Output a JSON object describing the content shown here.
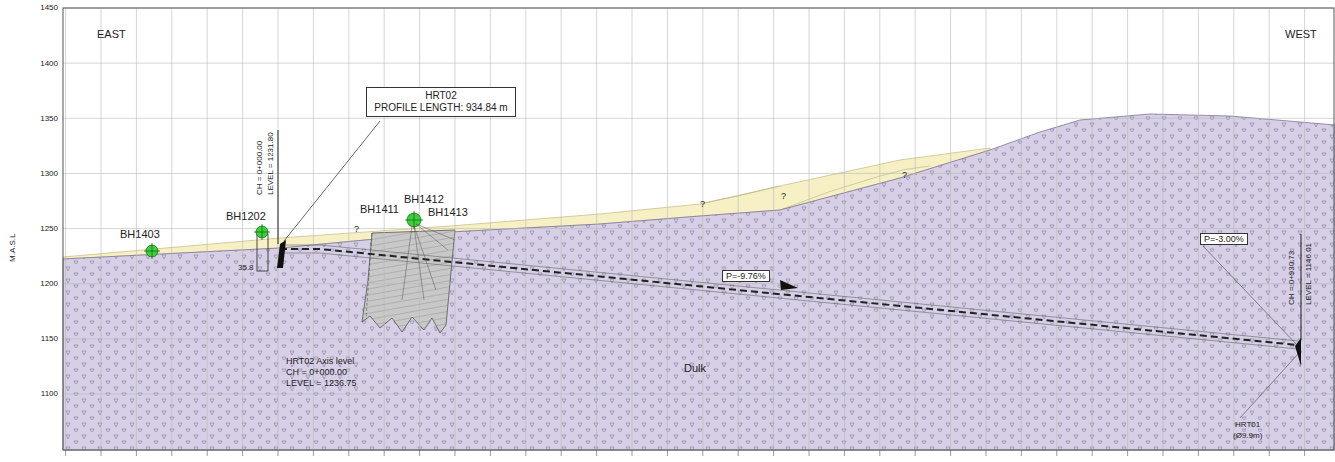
{
  "diagram": {
    "nodes": [
      {
        "text": [
          "HRT02",
          "PROFILE LENGTH: 934.84 m"
        ]
      }
    ],
    "labels": [
      "EAST",
      "WEST",
      "1450",
      "1400",
      "1350",
      "1300",
      "1250",
      "1200",
      "1150",
      "1100",
      "M.A.S.L",
      "CH = 0+000.00",
      "LEVEL = 1231.80",
      "BH1403",
      "BH1202",
      "35.8",
      "BH1411",
      "BH1412",
      "BH1413",
      "?",
      "?",
      "?",
      "?",
      "P=-9.76%",
      "P=-3.00%",
      "CH = 0+930.73",
      "LEVEL = 1146.01",
      "HRT02 Axis level",
      "CH = 0+000.00",
      "LEVEL = 1236.75",
      "Dulk",
      "HRT01",
      "(Ø9.9m)"
    ]
  }
}
